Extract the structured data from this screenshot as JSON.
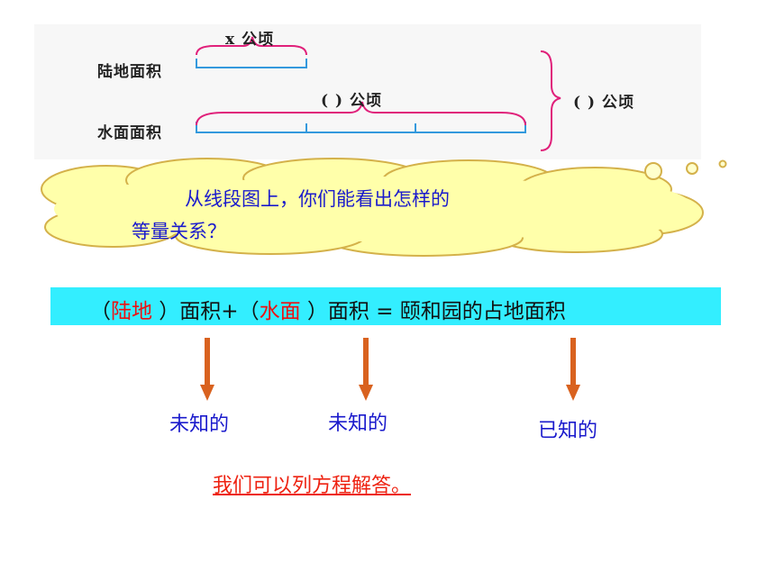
{
  "diagram": {
    "x_label": "x 公顷",
    "land_label": "陆地面积",
    "water_label": "水面面积",
    "water_blank": "(      ) 公顷",
    "total_blank": "(      ) 公顷"
  },
  "cloud": {
    "line1": "从线段图上，你们能看出怎样的",
    "line2": "等量关系？"
  },
  "equation": {
    "open1": "（",
    "term1": "陆地",
    "close1": " ）面积+（",
    "term2": "水面",
    "close2": " ）面积 = 颐和园的占地面积"
  },
  "labels": {
    "unknown1": "未知的",
    "unknown2": "未知的",
    "known": "已知的"
  },
  "conclusion": "我们可以列方程解答。",
  "colors": {
    "banner": "#33eeff",
    "cloud_fill": "#ffffaa",
    "highlight": "#ee1111",
    "blue_text": "#1a1acc",
    "segment": "#3399dd",
    "brace": "#e0207a"
  }
}
